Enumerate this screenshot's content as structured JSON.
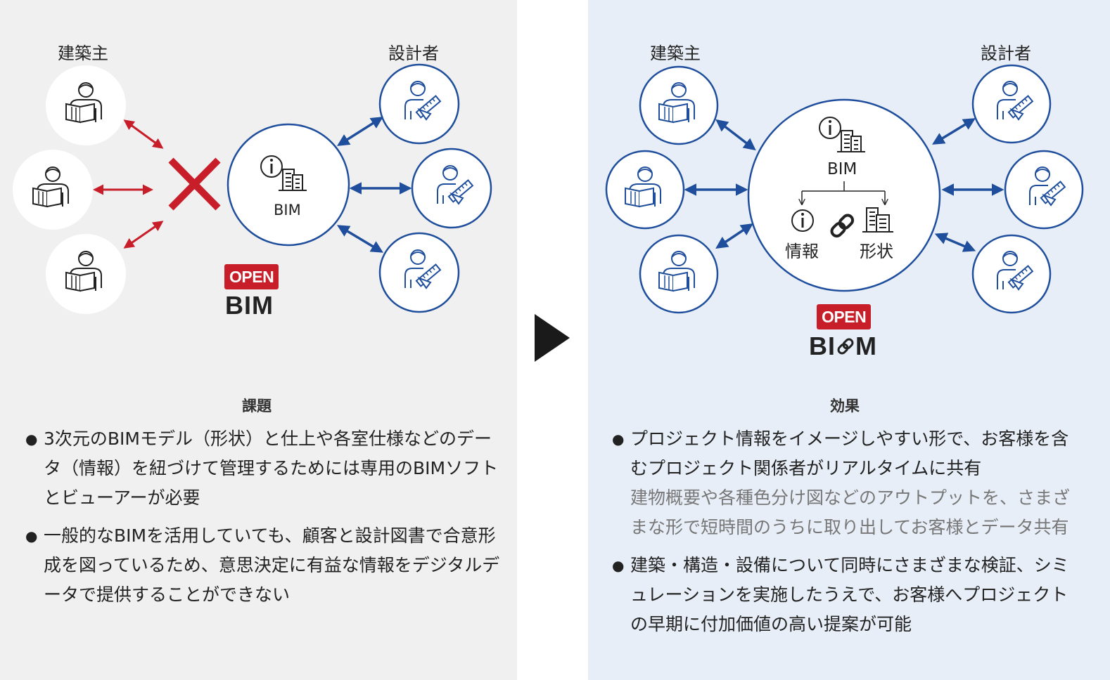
{
  "left": {
    "owner_label": "建築主",
    "designer_label": "設計者",
    "bim_label": "BIM",
    "badge": "OPEN",
    "logo": "BIM",
    "section_title": "課題",
    "bullets": [
      "3次元のBIMモデル（形状）と仕上や各室仕様などのデータ（情報）を紐づけて管理するためには専用のBIMソフトとビューアーが必要",
      "一般的なBIMを活用していても、顧客と設計図書で合意形成を図っているため、意思決定に有益な情報をデジタルデータで提供することができない"
    ]
  },
  "right": {
    "owner_label": "建築主",
    "designer_label": "設計者",
    "bim_label": "BIM",
    "info_label": "情報",
    "shape_label": "形状",
    "badge": "OPEN",
    "logo_left": "BI",
    "logo_right": "M",
    "section_title": "効果",
    "bullets": [
      {
        "main": "プロジェクト情報をイメージしやすい形で、お客様を含むプロジェクト関係者がリアルタイムに共有",
        "sub": "建物概要や各種色分け図などのアウトプットを、さまざまな形で短時間のうちに取り出してお客様とデータ共有"
      },
      {
        "main": "建築・構造・設備について同時にさまざまな検証、シミュレーションを実施したうえで、お客様へプロジェクトの早期に付加価値の高い提案が可能",
        "sub": ""
      }
    ]
  },
  "colors": {
    "blue": "#1f4e9c",
    "red": "#c81e2a",
    "left_bg": "#f0f0f0",
    "right_bg": "#e7eef7"
  }
}
